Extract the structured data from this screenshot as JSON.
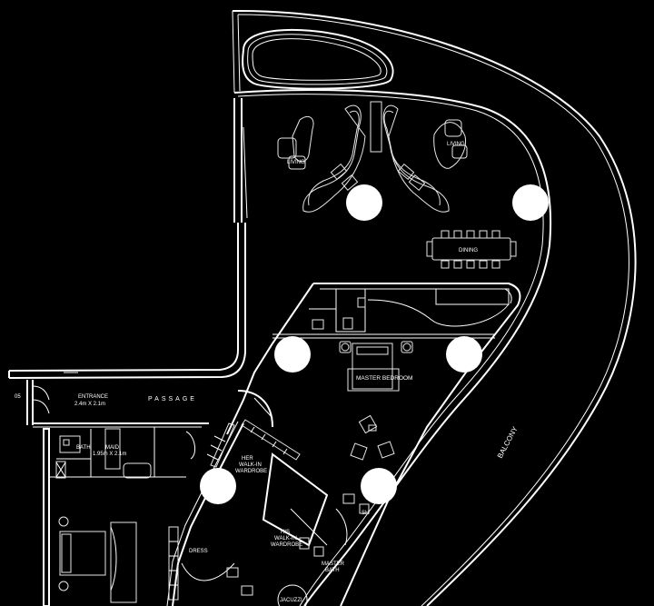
{
  "labels": {
    "balcony": "BALCONY",
    "passage": "PASSAGE",
    "entrance": "ENTRANCE",
    "entrance_size": "2.4m X 2.1m",
    "master_bedroom": "MASTER BEDROOM",
    "her_walk_in": "HER",
    "her_walk_in_2": "WALK-IN",
    "her_walk_in_3": "WARDROBE",
    "his_walk_in": "HIS",
    "his_walk_in_2": "WALK-IN",
    "his_walk_in_3": "WARDROBE",
    "master_bath": "MASTER",
    "master_bath_2": "BATH",
    "dress": "DRESS",
    "jacuzzi": "JACUZZI",
    "dining": "DINING",
    "living_left": "LIVING",
    "living_right": "LIVING",
    "bath": "BATH",
    "maid": "MAID",
    "maid_size": "1.95m X 2.1m",
    "door_code": "05",
    "sh": "SH"
  }
}
